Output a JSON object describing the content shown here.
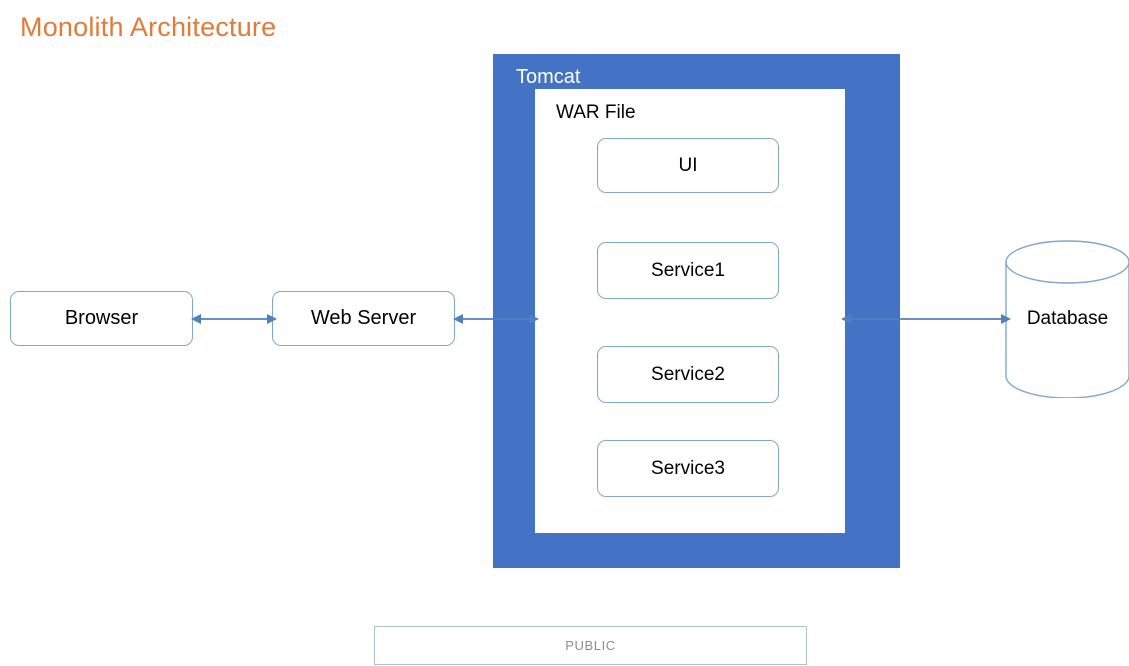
{
  "page": {
    "title": "Monolith Architecture",
    "title_color": "#E07B39",
    "background": "#ffffff"
  },
  "colors": {
    "tomcat_fill": "#4472C4",
    "warfile_fill": "#ffffff",
    "node_border": "#7FA8CC",
    "arrow": "#4F81BD",
    "public_border": "#A9C3D9",
    "public_text": "#8C8C8C",
    "text": "#000000",
    "tomcat_text": "#ffffff"
  },
  "diagram": {
    "type": "architecture-block-diagram",
    "nodes": {
      "browser": {
        "label": "Browser",
        "shape": "rounded-rect"
      },
      "web_server": {
        "label": "Web Server",
        "shape": "rounded-rect"
      },
      "tomcat": {
        "label": "Tomcat",
        "shape": "rect",
        "fill": "#4472C4"
      },
      "war_file": {
        "label": "WAR File",
        "shape": "rect",
        "fill": "#ffffff"
      },
      "ui": {
        "label": "UI",
        "shape": "rounded-rect"
      },
      "service1": {
        "label": "Service1",
        "shape": "rounded-rect"
      },
      "service2": {
        "label": "Service2",
        "shape": "rounded-rect"
      },
      "service3": {
        "label": "Service3",
        "shape": "rounded-rect"
      },
      "database": {
        "label": "Database",
        "shape": "cylinder"
      }
    },
    "connectors": [
      {
        "from": "browser",
        "to": "web_server",
        "style": "double-arrow"
      },
      {
        "from": "web_server",
        "to": "tomcat",
        "style": "double-arrow"
      },
      {
        "from": "war_file",
        "to": "database",
        "style": "double-arrow"
      }
    ]
  },
  "footer": {
    "public_label": "PUBLIC"
  }
}
